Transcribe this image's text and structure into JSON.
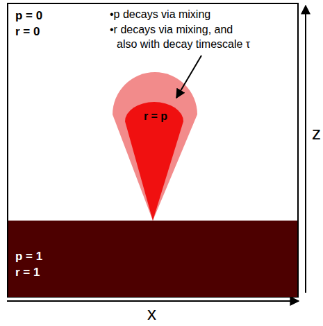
{
  "diagram": {
    "nodes": [
      {
        "text": [
          "p = 1",
          "r = 1"
        ]
      },
      {
        "text": [
          "r = p"
        ]
      }
    ],
    "labels": [
      "p = 0",
      "r = 0",
      "•p decays via mixing",
      "•r decays via mixing, and also with decay timescale τ",
      "z",
      "x"
    ]
  }
}
